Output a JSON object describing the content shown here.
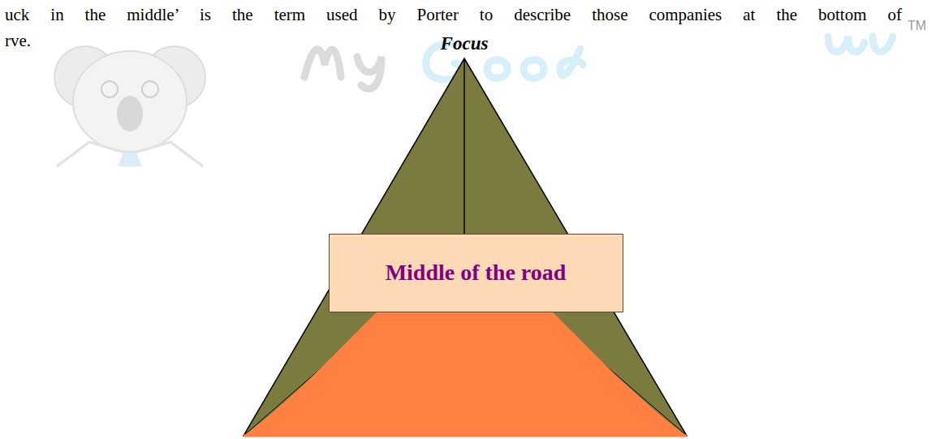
{
  "diagram": {
    "nodes": [
      {
        "text": [
          "Middle of the road"
        ]
      }
    ],
    "labels": [
      "uck in the middle’ is the term used by Porter to describe those companies at the bottom of",
      "rve.",
      "Focus",
      "TM"
    ]
  }
}
